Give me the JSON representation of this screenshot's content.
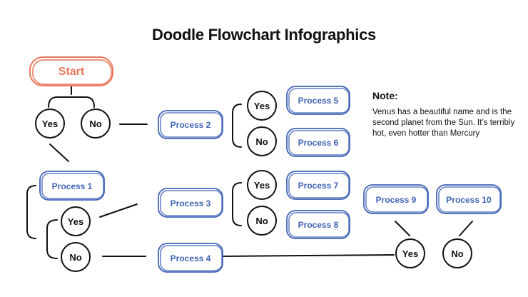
{
  "title": "Doodle Flowchart Infographics",
  "colors": {
    "start": "#e8785a",
    "process": "#3f63b6",
    "ink": "#111111"
  },
  "nodes": {
    "start": "Start",
    "decision_yes_1": "Yes",
    "decision_no_1": "No",
    "process_1": "Process 1",
    "process_2": "Process 2",
    "process_3": "Process 3",
    "process_4": "Process 4",
    "process_5": "Process 5",
    "process_6": "Process 6",
    "process_7": "Process 7",
    "process_8": "Process 8",
    "process_9": "Process 9",
    "process_10": "Process 10",
    "decision_yes_2": "Yes",
    "decision_no_2": "No",
    "decision_yes_3": "Yes",
    "decision_no_3": "No",
    "decision_yes_4": "Yes",
    "decision_no_4": "No",
    "decision_yes_5": "Yes",
    "decision_no_5": "No"
  },
  "note": {
    "title": "Note:",
    "body": "Venus has a beautiful name and is the second planet from the Sun. It’s terribly hot, even hotter than Mercury"
  }
}
